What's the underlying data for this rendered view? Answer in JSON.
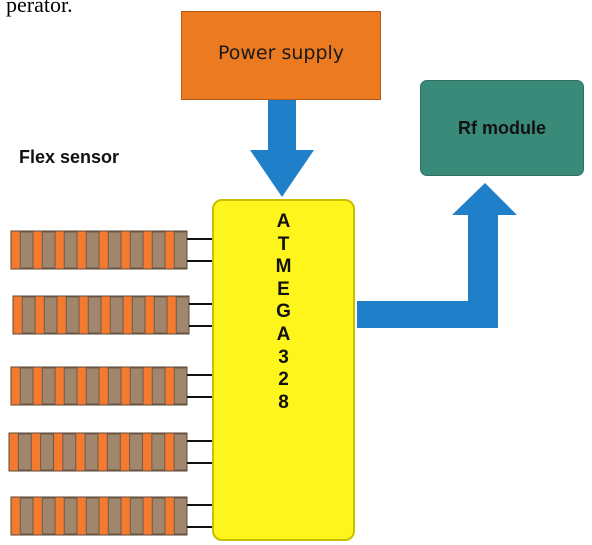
{
  "top_text": "perator.",
  "power_supply": {
    "label": "Power supply",
    "color": "#ec7a21"
  },
  "rf_module": {
    "label": "Rf module",
    "color": "#3a8a7a"
  },
  "flex_sensor": {
    "label": "Flex sensor",
    "count": 5,
    "colors": [
      "#a0866c",
      "#f47a30"
    ]
  },
  "mcu": {
    "letters": [
      "A",
      "T",
      "M",
      "E",
      "G",
      "A",
      "3",
      "2",
      "8"
    ],
    "color": "#fdf51c"
  },
  "arrow_color": "#1f7fc9"
}
